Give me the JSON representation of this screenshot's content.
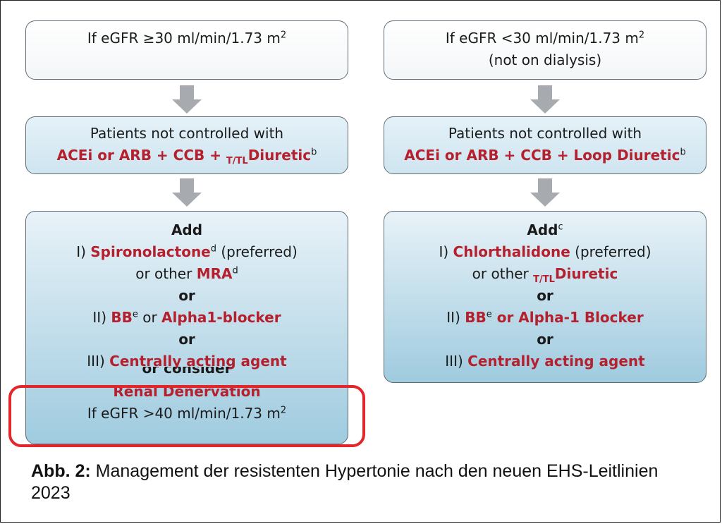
{
  "left": {
    "top_box": {
      "text": "If eGFR ≥30 ml/min/1.73 m",
      "sup": "2"
    },
    "mid_box": {
      "line1": "Patients not controlled with",
      "line2": "ACEi or ARB + CCB + ",
      "sub": "T/TL",
      "line2_end": "Diuretic",
      "sup": "b"
    },
    "add_box": {
      "heading": "Add",
      "i_prefix": "I) ",
      "i_drug": "Spironolactone",
      "i_sup": "d",
      "i_suffix": " (preferred)",
      "i2_prefix": "or other ",
      "i2_drug": "MRA",
      "i2_sup": "d",
      "or1": "or",
      "ii_prefix": "II) ",
      "ii_drug1": "BB",
      "ii_sup": "e",
      "ii_mid": " or ",
      "ii_drug2": "Alpha1-blocker",
      "or2": "or",
      "iii_prefix": "III) ",
      "iii_drug": "Centrally acting agent",
      "or_consider": "or consider",
      "renal": "Renal Denervation",
      "renal_cond": "If eGFR >40 ml/min/1.73 m",
      "renal_sup": "2"
    }
  },
  "right": {
    "top_box": {
      "line1": "If eGFR <30 ml/min/1.73 m",
      "sup": "2",
      "line2": "(not on dialysis)"
    },
    "mid_box": {
      "line1": "Patients not controlled with",
      "line2": "ACEi or ARB + CCB + Loop Diuretic",
      "sup": "b"
    },
    "add_box": {
      "heading": "Add",
      "heading_sup": "c",
      "i_prefix": "I) ",
      "i_drug": "Chlorthalidone",
      "i_suffix": " (preferred)",
      "i2_prefix": "or other ",
      "i2_sub": "T/TL",
      "i2_drug": "Diuretic",
      "or1": "or",
      "ii_prefix": "II) ",
      "ii_drug1": "BB",
      "ii_sup": "e",
      "ii_drug2": " or Alpha-1 Blocker",
      "or2": "or",
      "iii_prefix": "III) ",
      "iii_drug": "Centrally acting agent"
    }
  },
  "caption": {
    "label": "Abb. 2:",
    "text": " Management der resistenten Hypertonie nach den neuen EHS-Leitlinien 2023"
  },
  "colors": {
    "accent_red": "#b5202e",
    "highlight": "#e4262b",
    "arrow": "#a7abaf"
  },
  "icons": {
    "arrow": "arrow-down-icon"
  }
}
